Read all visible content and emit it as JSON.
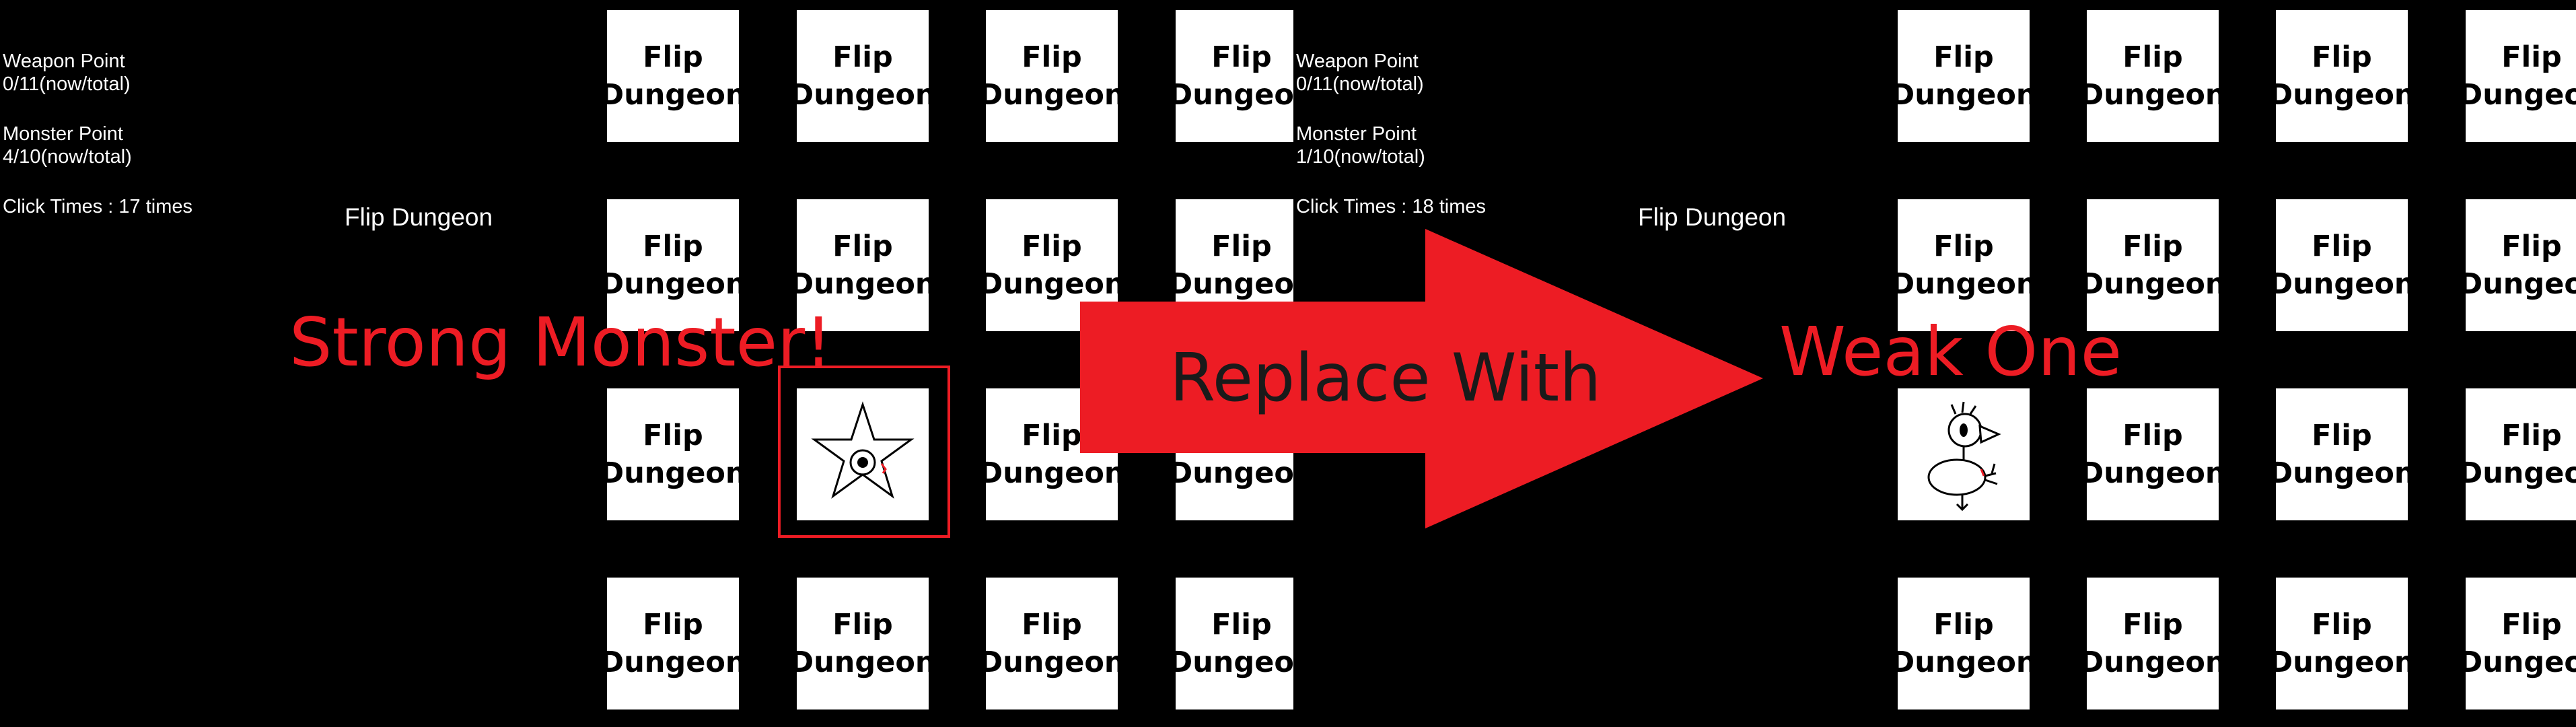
{
  "left": {
    "weapon_label": "Weapon Point",
    "weapon_value": "0/11(now/total)",
    "monster_label": "Monster Point",
    "monster_value": "4/10(now/total)",
    "click_times": "Click Times : 17 times",
    "title": "Flip Dungeon",
    "revealed_card": "star-monster-icon"
  },
  "right": {
    "weapon_label": "Weapon Point",
    "weapon_value": "0/11(now/total)",
    "monster_label": "Monster Point",
    "monster_value": "1/10(now/total)",
    "click_times": "Click Times : 18 times",
    "title": "Flip Dungeon",
    "revealed_card": "bird-monster-icon"
  },
  "card_back": {
    "line1": "Flip",
    "line2": "Dungeon"
  },
  "annotations": {
    "strong": "Strong Monster!",
    "replace": "Replace With",
    "weak": "Weak One"
  },
  "colors": {
    "annotation": "#ed1c24",
    "background": "#000000",
    "card": "#ffffff"
  }
}
